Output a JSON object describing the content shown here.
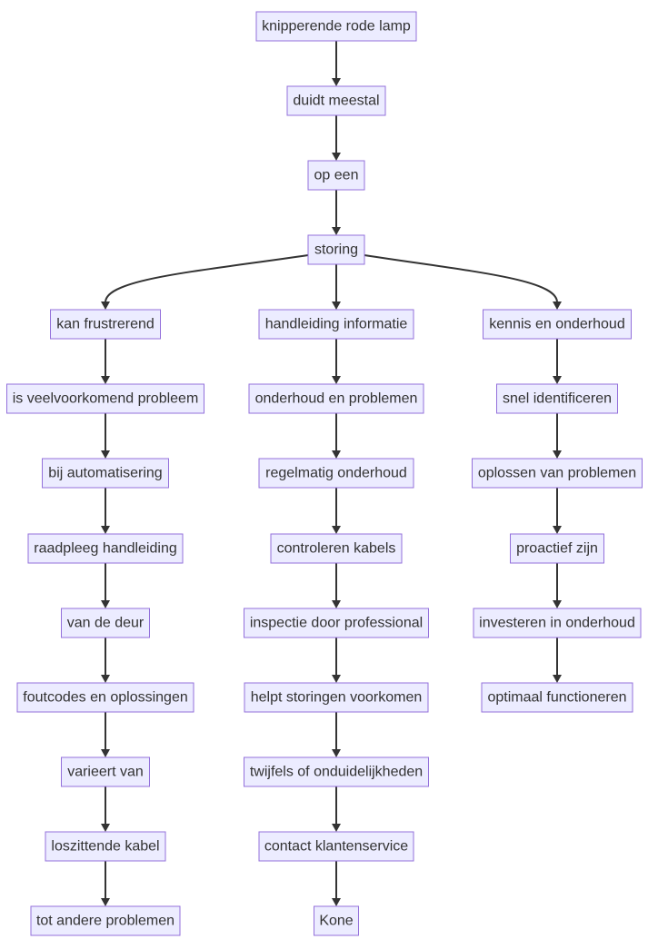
{
  "diagram": {
    "type": "flowchart",
    "direction": "top-down",
    "colors": {
      "node_fill": "#ECECFF",
      "node_border": "#9370DB",
      "edge": "#333333",
      "text": "#333333"
    },
    "nodes": [
      {
        "id": "n1",
        "label": "knipperende rode lamp"
      },
      {
        "id": "n2",
        "label": "duidt meestal"
      },
      {
        "id": "n3",
        "label": "op een"
      },
      {
        "id": "n4",
        "label": "storing"
      },
      {
        "id": "a1",
        "label": "kan frustrerend"
      },
      {
        "id": "a2",
        "label": "is veelvoorkomend probleem"
      },
      {
        "id": "a3",
        "label": "bij automatisering"
      },
      {
        "id": "a4",
        "label": "raadpleeg handleiding"
      },
      {
        "id": "a5",
        "label": "van de deur"
      },
      {
        "id": "a6",
        "label": "foutcodes en oplossingen"
      },
      {
        "id": "a7",
        "label": "varieert van"
      },
      {
        "id": "a8",
        "label": "loszittende kabel"
      },
      {
        "id": "a9",
        "label": "tot andere problemen"
      },
      {
        "id": "b1",
        "label": "handleiding informatie"
      },
      {
        "id": "b2",
        "label": "onderhoud en problemen"
      },
      {
        "id": "b3",
        "label": "regelmatig onderhoud"
      },
      {
        "id": "b4",
        "label": "controleren kabels"
      },
      {
        "id": "b5",
        "label": "inspectie door professional"
      },
      {
        "id": "b6",
        "label": "helpt storingen voorkomen"
      },
      {
        "id": "b7",
        "label": "twijfels of onduidelijkheden"
      },
      {
        "id": "b8",
        "label": "contact klantenservice"
      },
      {
        "id": "b9",
        "label": "Kone"
      },
      {
        "id": "c1",
        "label": "kennis en onderhoud"
      },
      {
        "id": "c2",
        "label": "snel identificeren"
      },
      {
        "id": "c3",
        "label": "oplossen van problemen"
      },
      {
        "id": "c4",
        "label": "proactief zijn"
      },
      {
        "id": "c5",
        "label": "investeren in onderhoud"
      },
      {
        "id": "c6",
        "label": "optimaal functioneren"
      }
    ],
    "edges": [
      {
        "from": "n1",
        "to": "n2"
      },
      {
        "from": "n2",
        "to": "n3"
      },
      {
        "from": "n3",
        "to": "n4"
      },
      {
        "from": "n4",
        "to": "a1"
      },
      {
        "from": "n4",
        "to": "b1"
      },
      {
        "from": "n4",
        "to": "c1"
      },
      {
        "from": "a1",
        "to": "a2"
      },
      {
        "from": "a2",
        "to": "a3"
      },
      {
        "from": "a3",
        "to": "a4"
      },
      {
        "from": "a4",
        "to": "a5"
      },
      {
        "from": "a5",
        "to": "a6"
      },
      {
        "from": "a6",
        "to": "a7"
      },
      {
        "from": "a7",
        "to": "a8"
      },
      {
        "from": "a8",
        "to": "a9"
      },
      {
        "from": "b1",
        "to": "b2"
      },
      {
        "from": "b2",
        "to": "b3"
      },
      {
        "from": "b3",
        "to": "b4"
      },
      {
        "from": "b4",
        "to": "b5"
      },
      {
        "from": "b5",
        "to": "b6"
      },
      {
        "from": "b6",
        "to": "b7"
      },
      {
        "from": "b7",
        "to": "b8"
      },
      {
        "from": "b8",
        "to": "b9"
      },
      {
        "from": "c1",
        "to": "c2"
      },
      {
        "from": "c2",
        "to": "c3"
      },
      {
        "from": "c3",
        "to": "c4"
      },
      {
        "from": "c4",
        "to": "c5"
      },
      {
        "from": "c5",
        "to": "c6"
      }
    ]
  }
}
